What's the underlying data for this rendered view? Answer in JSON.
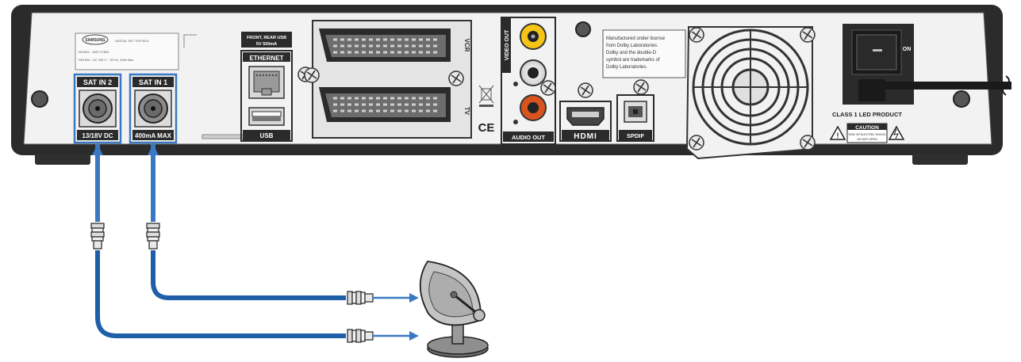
{
  "brand": "SAMSUNG",
  "label_plate": {
    "product": "DIGITAL SET TOP BOX",
    "model": "MODEL : SMT-S7800",
    "rating": "RATING : AC 230 V ~ 50 Hz, 45W Max."
  },
  "ports": {
    "sat_in_2": {
      "label": "SAT IN 2",
      "sublabel": "13/18V DC"
    },
    "sat_in_1": {
      "label": "SAT IN 1",
      "sublabel": "400mA MAX"
    },
    "front_rear_usb": {
      "line1": "FRONT, REAR USB",
      "line2": "5V  500mA"
    },
    "ethernet": "ETHERNET",
    "usb": "USB",
    "scart_vcr": "VCR",
    "scart_tv": "TV",
    "video_out": "VIDEO OUT",
    "audio_out": "AUDIO OUT",
    "hdmi": "HDMI",
    "spdif": "SPDIF",
    "power_on": "ON"
  },
  "dolby_notice": [
    "Manufactured under license",
    "from Dolby Laboratories.",
    "Dolby and the double-D",
    "symbol are trademarks of",
    "Dolby Laboratories."
  ],
  "ce_mark": "CE",
  "class1_led": "CLASS 1 LED PRODUCT",
  "caution": {
    "title": "CAUTION",
    "text": [
      "RISK OF ELECTRIC SHOCK",
      "DO NOT OPEN"
    ]
  },
  "colors": {
    "chassis": "#2b2b2b",
    "panel": "#f2f2f2",
    "cable": "#1f5fa8",
    "port_frame": "#3a78c2",
    "video_yellow": "#f5c518",
    "audio_red": "#d9531e"
  },
  "icons": [
    "satellite-dish-icon",
    "f-connector-icon",
    "screw-icon",
    "fan-grille-icon",
    "power-switch-icon",
    "warning-triangle-icon",
    "weee-bin-icon"
  ]
}
